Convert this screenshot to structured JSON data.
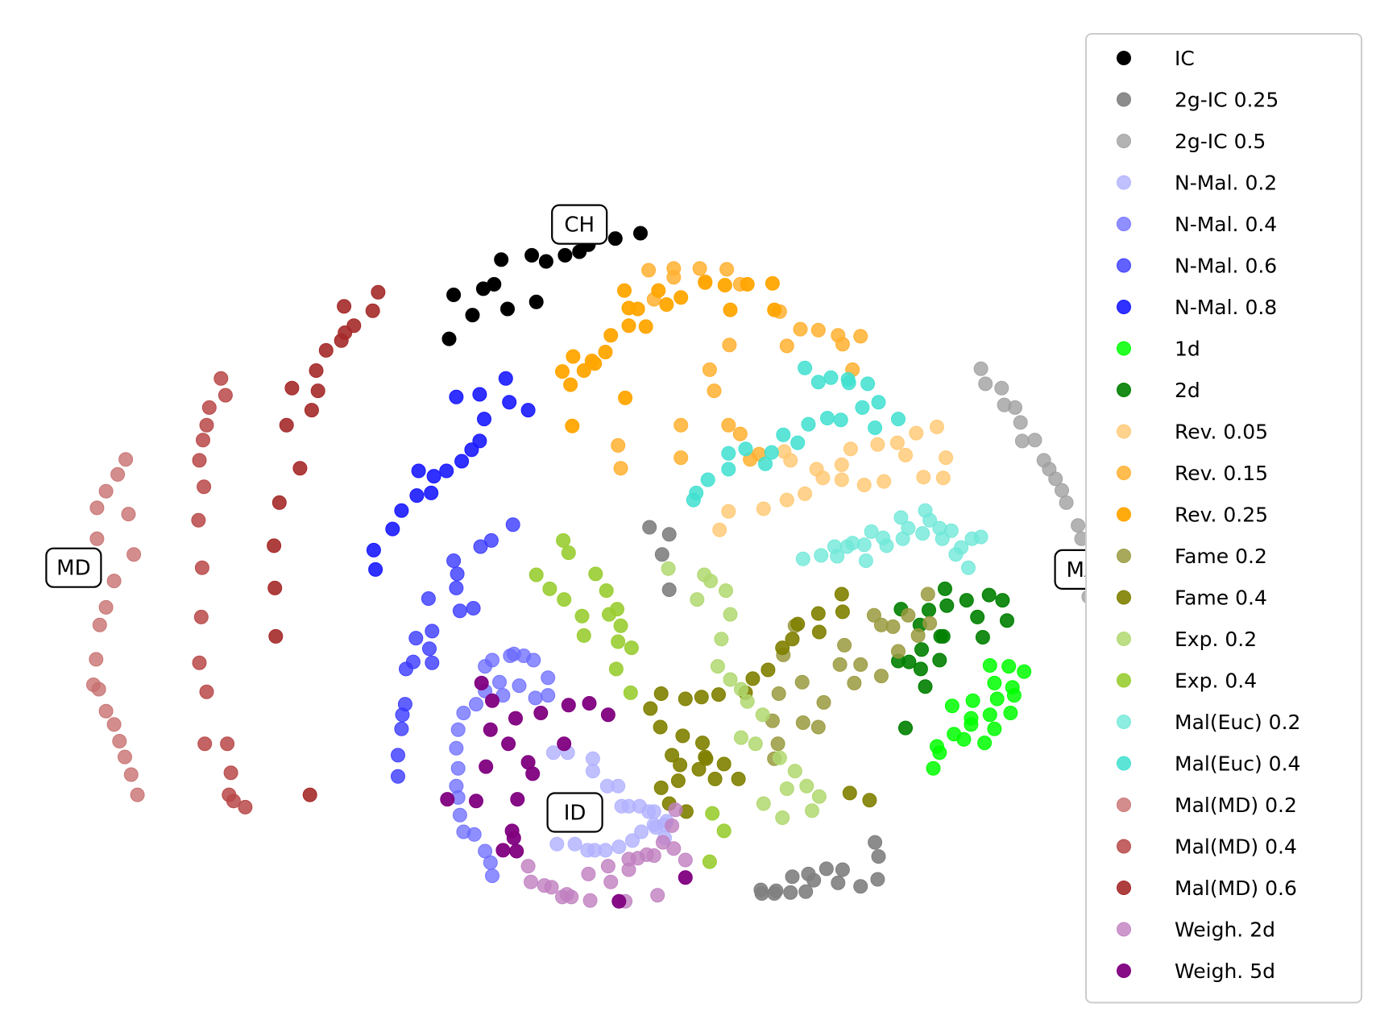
{
  "chart_data": {
    "type": "scatter",
    "title": "",
    "xlabel": "",
    "ylabel": "",
    "axes_visible": false,
    "grid": false,
    "legend_position": "right-outside",
    "xlim": [
      0,
      1130
    ],
    "ylim": [
      -1080,
      0
    ],
    "annotations": [
      {
        "text": "CH",
        "x": 645,
        "y": -255
      },
      {
        "text": "MD",
        "x": 82,
        "y": -645
      },
      {
        "text": "MA",
        "x": 1205,
        "y": -647
      },
      {
        "text": "ID",
        "x": 640,
        "y": -923
      }
    ],
    "series": [
      {
        "name": "IC",
        "color": "#000000",
        "alpha": 1.0,
        "x": [
          500,
          526,
          550,
          558,
          592,
          608,
          629,
          645,
          655,
          685,
          713,
          565,
          597,
          505,
          538
        ],
        "y": [
          -385,
          -358,
          -323,
          -295,
          -290,
          -297,
          -290,
          -286,
          -278,
          -271,
          -265,
          -351,
          -343,
          -335,
          -328
        ]
      },
      {
        "name": "2g-IC 0.25",
        "color": "#808080",
        "alpha": 0.9,
        "x": [
          723,
          745,
          737,
          745,
          848,
          864,
          882,
          900,
          920,
          938,
          974,
          978,
          977,
          958,
          933,
          906,
          897,
          880,
          862,
          847
        ],
        "y": [
          -599,
          -607,
          -630,
          -670,
          -1015,
          -1012,
          -996,
          -993,
          -987,
          -988,
          -957,
          -973,
          -999,
          -1007,
          -1003,
          -1000,
          -1013,
          -1014,
          -1015,
          -1011
        ]
      },
      {
        "name": "2g-IC 0.5",
        "color": "#a0a0a0",
        "alpha": 0.8,
        "x": [
          1092,
          1097,
          1115,
          1118,
          1130,
          1136,
          1138,
          1152,
          1162,
          1168,
          1175,
          1182,
          1187,
          1200,
          1204,
          1212
        ],
        "y": [
          -419,
          -436,
          -441,
          -460,
          -463,
          -480,
          -501,
          -500,
          -523,
          -533,
          -544,
          -557,
          -571,
          -597,
          -612,
          -678
        ]
      },
      {
        "name": "N-Mal. 0.2",
        "color": "#b0b0ff",
        "alpha": 0.8,
        "x": [
          616,
          632,
          660,
          660,
          676,
          688,
          692,
          700,
          712,
          722,
          728,
          728,
          740,
          740,
          620,
          640,
          654,
          662,
          674,
          689,
          704,
          714,
          730,
          742
        ],
        "y": [
          -855,
          -855,
          -862,
          -876,
          -893,
          -893,
          -916,
          -916,
          -916,
          -922,
          -922,
          -937,
          -937,
          -952,
          -959,
          -959,
          -966,
          -966,
          -966,
          -962,
          -955,
          -945,
          -940,
          -933
        ]
      },
      {
        "name": "N-Mal. 0.4",
        "color": "#6a6aff",
        "alpha": 0.75,
        "x": [
          540,
          548,
          568,
          572,
          583,
          594,
          610,
          610,
          596,
          578,
          560,
          556,
          540,
          530,
          516,
          510,
          508,
          510,
          508,
          510,
          512,
          516,
          528,
          540,
          546,
          548
        ],
        "y": [
          -757,
          -750,
          -745,
          -743,
          -745,
          -750,
          -770,
          -790,
          -793,
          -779,
          -790,
          -775,
          -785,
          -800,
          -810,
          -829,
          -850,
          -873,
          -893,
          -906,
          -926,
          -945,
          -948,
          -967,
          -980,
          -995
        ]
      },
      {
        "name": "N-Mal. 0.6",
        "color": "#3a3aff",
        "alpha": 0.8,
        "x": [
          505,
          509,
          512,
          527,
          508,
          535,
          571,
          547,
          477,
          481,
          478,
          481,
          463,
          460,
          452,
          451,
          448,
          447,
          443,
          443
        ],
        "y": [
          -637,
          -652,
          -694,
          -691,
          -668,
          -621,
          -596,
          -614,
          -680,
          -717,
          -737,
          -753,
          -725,
          -752,
          -760,
          -800,
          -812,
          -828,
          -858,
          -882
        ]
      },
      {
        "name": "N-Mal. 0.8",
        "color": "#1a1aff",
        "alpha": 0.9,
        "x": [
          508,
          534,
          563,
          567,
          588,
          539,
          534,
          525,
          514,
          497,
          483,
          480,
          466,
          464,
          447,
          437,
          416,
          418
        ],
        "y": [
          -451,
          -448,
          -430,
          -457,
          -466,
          -476,
          -501,
          -511,
          -524,
          -535,
          -541,
          -560,
          -535,
          -563,
          -580,
          -601,
          -625,
          -647
        ]
      },
      {
        "name": "1d",
        "color": "#00ff00",
        "alpha": 0.85,
        "x": [
          1102,
          1107,
          1123,
          1127,
          1110,
          1083,
          1060,
          1081,
          1102,
          1125,
          1107,
          1081,
          1062,
          1043,
          1039,
          1073,
          1046,
          1096,
          1129,
          1140
        ],
        "y": [
          -756,
          -776,
          -757,
          -781,
          -794,
          -796,
          -802,
          -816,
          -812,
          -810,
          -828,
          -823,
          -834,
          -848,
          -873,
          -840,
          -855,
          -844,
          -790,
          -763
        ]
      },
      {
        "name": "2d",
        "color": "#008000",
        "alpha": 0.9,
        "x": [
          1052,
          1054,
          1076,
          1101,
          1116,
          1050,
          1034,
          1024,
          1003,
          1000,
          1047,
          1025,
          1088,
          1094,
          1121,
          1030,
          1012,
          1046,
          1026,
          1008
        ],
        "y": [
          -669,
          -688,
          -682,
          -676,
          -682,
          -723,
          -693,
          -710,
          -692,
          -751,
          -723,
          -760,
          -701,
          -724,
          -705,
          -780,
          -752,
          -750,
          -738,
          -827
        ]
      },
      {
        "name": "Rev. 0.05",
        "color": "#ffc870",
        "alpha": 0.8,
        "x": [
          880,
          873,
          909,
          937,
          947,
          977,
          999,
          1020,
          1043,
          1053,
          1008,
          1028,
          1050,
          984,
          962,
          937,
          916,
          896,
          876,
          850,
          811,
          801
        ],
        "y": [
          -523,
          -513,
          -533,
          -528,
          -510,
          -505,
          -503,
          -492,
          -485,
          -520,
          -517,
          -542,
          -543,
          -547,
          -551,
          -545,
          -543,
          -561,
          -568,
          -578,
          -581,
          -602
        ]
      },
      {
        "name": "Rev. 0.15",
        "color": "#ffb030",
        "alpha": 0.85,
        "x": [
          868,
          891,
          876,
          911,
          938,
          933,
          958,
          949,
          812,
          790,
          795,
          811,
          824,
          845,
          835,
          758,
          758,
          691,
          688,
          809,
          824,
          779,
          785,
          722,
          728,
          750,
          750
        ],
        "y": [
          -354,
          -374,
          -393,
          -375,
          -391,
          -381,
          -382,
          -420,
          -392,
          -420,
          -444,
          -483,
          -493,
          -516,
          -522,
          -483,
          -520,
          -532,
          -506,
          -306,
          -323,
          -305,
          -320,
          -307,
          -340,
          -305,
          -315
        ]
      },
      {
        "name": "Rev. 0.25",
        "color": "#ffa500",
        "alpha": 0.95,
        "x": [
          635,
          650,
          662,
          680,
          700,
          710,
          719,
          674,
          659,
          638,
          626,
          695,
          700,
          637,
          696,
          733,
          758,
          742,
          785,
          813,
          862,
          807,
          832,
          860
        ],
        "y": [
          -437,
          -421,
          -413,
          -381,
          -370,
          -351,
          -371,
          -400,
          -410,
          -405,
          -422,
          -330,
          -350,
          -484,
          -452,
          -330,
          -338,
          -346,
          -321,
          -352,
          -352,
          -324,
          -323,
          -322
        ]
      },
      {
        "name": "Fame 0.2",
        "color": "#9a9a40",
        "alpha": 0.85,
        "x": [
          1033,
          1035,
          1011,
          1022,
          994,
          1000,
          981,
          958,
          951,
          940,
          935,
          917,
          911,
          894,
          893,
          872,
          885,
          867,
          866,
          860,
          862,
          981,
          973
        ],
        "y": [
          -675,
          -708,
          -699,
          -722,
          -712,
          -740,
          -768,
          -755,
          -776,
          -733,
          -755,
          -798,
          -826,
          -821,
          -775,
          -744,
          -711,
          -788,
          -845,
          -819,
          -862,
          -710,
          -699
        ]
      },
      {
        "name": "Fame 0.4",
        "color": "#808000",
        "alpha": 0.9,
        "x": [
          937,
          938,
          911,
          912,
          888,
          882,
          871,
          855,
          838,
          830,
          800,
          781,
          763,
          736,
          724,
          735,
          760,
          782,
          785,
          806,
          822,
          796,
          778,
          757,
          748,
          786,
          755,
          736,
          745,
          764,
          946,
          968
        ],
        "y": [
          -675,
          -695,
          -697,
          -718,
          -709,
          -726,
          -736,
          -761,
          -771,
          -787,
          -789,
          -792,
          -794,
          -788,
          -805,
          -826,
          -836,
          -844,
          -860,
          -868,
          -885,
          -885,
          -874,
          -869,
          -858,
          -862,
          -887,
          -895,
          -913,
          -922,
          -901,
          -909
        ]
      },
      {
        "name": "Exp. 0.2",
        "color": "#b0d870",
        "alpha": 0.85,
        "x": [
          744,
          776,
          791,
          784,
          808,
          813,
          803,
          799,
          813,
          825,
          832,
          849,
          825,
          841,
          868,
          885,
          898,
          912,
          876,
          904,
          850,
          871
        ],
        "y": [
          -646,
          -681,
          -660,
          -653,
          -671,
          -698,
          -726,
          -757,
          -772,
          -783,
          -797,
          -812,
          -838,
          -845,
          -861,
          -876,
          -893,
          -905,
          -896,
          -921,
          -913,
          -929
        ]
      },
      {
        "name": "Exp. 0.4",
        "color": "#9acd32",
        "alpha": 0.9,
        "x": [
          627,
          633,
          663,
          675,
          687,
          691,
          688,
          597,
          612,
          628,
          648,
          650,
          678,
          703,
          686,
          702,
          793,
          806,
          790
        ],
        "y": [
          -614,
          -628,
          -652,
          -671,
          -692,
          -711,
          -729,
          -653,
          -669,
          -681,
          -700,
          -722,
          -698,
          -736,
          -760,
          -787,
          -924,
          -944,
          -979
        ]
      },
      {
        "name": "Mal(Euc) 0.2",
        "color": "#70e8d8",
        "alpha": 0.8,
        "x": [
          894,
          914,
          929,
          943,
          962,
          964,
          987,
          1011,
          1035,
          1030,
          1046,
          1082,
          1059,
          1070,
          1092,
          1078,
          1064,
          1049,
          1027,
          1005,
          983,
          1003,
          970,
          949,
          932
        ],
        "y": [
          -635,
          -631,
          -621,
          -621,
          -619,
          -637,
          -620,
          -600,
          -591,
          -580,
          -600,
          -612,
          -603,
          -622,
          -610,
          -645,
          -630,
          -612,
          -606,
          -612,
          -611,
          -588,
          -604,
          -617,
          -632
        ]
      },
      {
        "name": "Mal(Euc) 0.4",
        "color": "#40e0d0",
        "alpha": 0.85,
        "x": [
          896,
          911,
          925,
          945,
          944,
          966,
          978,
          960,
          936,
          921,
          900,
          888,
          872,
          859,
          852,
          830,
          811,
          811,
          788,
          775,
          772,
          1000,
          974
        ],
        "y": [
          -418,
          -434,
          -429,
          -435,
          -431,
          -436,
          -457,
          -463,
          -477,
          -475,
          -482,
          -503,
          -494,
          -514,
          -527,
          -510,
          -515,
          -533,
          -545,
          -560,
          -568,
          -476,
          -486
        ]
      },
      {
        "name": "Mal(MD) 0.2",
        "color": "#c87070",
        "alpha": 0.8,
        "x": [
          140,
          131,
          118,
          108,
          108,
          143,
          149,
          127,
          118,
          111,
          107,
          104,
          110,
          118,
          127,
          133,
          139,
          146,
          153
        ],
        "y": [
          -522,
          -539,
          -558,
          -577,
          -612,
          -584,
          -630,
          -660,
          -690,
          -710,
          -749,
          -778,
          -783,
          -808,
          -823,
          -842,
          -860,
          -880,
          -903
        ]
      },
      {
        "name": "Mal(MD) 0.4",
        "color": "#b84848",
        "alpha": 0.85,
        "x": [
          246,
          251,
          233,
          230,
          226,
          222,
          227,
          221,
          225,
          224,
          222,
          230,
          228,
          253,
          257,
          273,
          255,
          260
        ],
        "y": [
          -430,
          -449,
          -463,
          -483,
          -500,
          -523,
          -553,
          -591,
          -645,
          -701,
          -753,
          -786,
          -845,
          -845,
          -878,
          -917,
          -903,
          -910
        ]
      },
      {
        "name": "Mal(MD) 0.6",
        "color": "#a52a2a",
        "alpha": 0.9,
        "x": [
          421,
          415,
          383,
          394,
          384,
          380,
          363,
          352,
          325,
          354,
          347,
          319,
          334,
          311,
          305,
          306,
          307,
          345
        ],
        "y": [
          -332,
          -353,
          -348,
          -370,
          -378,
          -387,
          -398,
          -421,
          -441,
          -444,
          -466,
          -483,
          -532,
          -571,
          -620,
          -668,
          -723,
          -903
        ]
      },
      {
        "name": "Weigh. 2d",
        "color": "#c080c0",
        "alpha": 0.8,
        "x": [
          752,
          748,
          738,
          728,
          710,
          700,
          680,
          657,
          626,
          636,
          614,
          606,
          591,
          588,
          696,
          732,
          763,
          750,
          720,
          700,
          677,
          655,
          631
        ],
        "y": [
          -920,
          -938,
          -957,
          -972,
          -975,
          -988,
          -1002,
          -1023,
          -1019,
          -1019,
          -1008,
          -1006,
          -1002,
          -984,
          -1024,
          -1017,
          -977,
          -964,
          -971,
          -976,
          -984,
          -993,
          -1016
        ]
      },
      {
        "name": "Weigh. 5d",
        "color": "#800080",
        "alpha": 0.95,
        "x": [
          536,
          548,
          574,
          602,
          633,
          656,
          677,
          628,
          566,
          546,
          541,
          498,
          530,
          560,
          576,
          588,
          593,
          575,
          570,
          572,
          689,
          763
        ],
        "y": [
          -776,
          -796,
          -816,
          -810,
          -801,
          -799,
          -812,
          -845,
          -845,
          -829,
          -871,
          -908,
          -910,
          -966,
          -908,
          -866,
          -879,
          -967,
          -944,
          -952,
          -1024,
          -997
        ]
      }
    ]
  }
}
